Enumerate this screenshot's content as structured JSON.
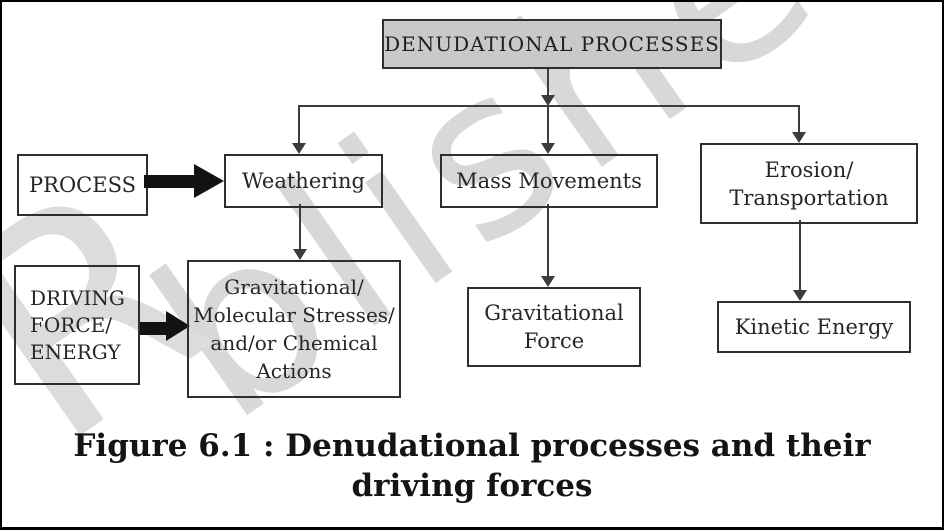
{
  "figure": {
    "root": {
      "label": "DENUDATIONAL PROCESSES"
    },
    "rows": {
      "process": {
        "label": "PROCESS"
      },
      "driving": {
        "lines": [
          "DRIVING",
          "FORCE/",
          "ENERGY"
        ]
      }
    },
    "processes": {
      "weathering": {
        "label": "Weathering"
      },
      "mass_movements": {
        "label": "Mass Movements"
      },
      "erosion": {
        "lines": [
          "Erosion/",
          "Transportation"
        ]
      }
    },
    "forces": {
      "weathering_force": {
        "lines": [
          "Gravitational/",
          "Molecular Stresses/",
          "and/or Chemical",
          "Actions"
        ]
      },
      "mass_movements_force": {
        "lines": [
          "Gravitational",
          "Force"
        ]
      },
      "erosion_force": {
        "label": "Kinetic Energy"
      }
    },
    "caption": {
      "line1": "Figure 6.1 : Denudational processes and their",
      "line2": "driving forces"
    },
    "watermark": {
      "main": "blished",
      "left": "R"
    },
    "colors": {
      "root_fill": "#c9c9c9",
      "connector": "#3c3c3c",
      "solid_arrow": "#121212",
      "watermark": "#d8d8d8"
    }
  }
}
